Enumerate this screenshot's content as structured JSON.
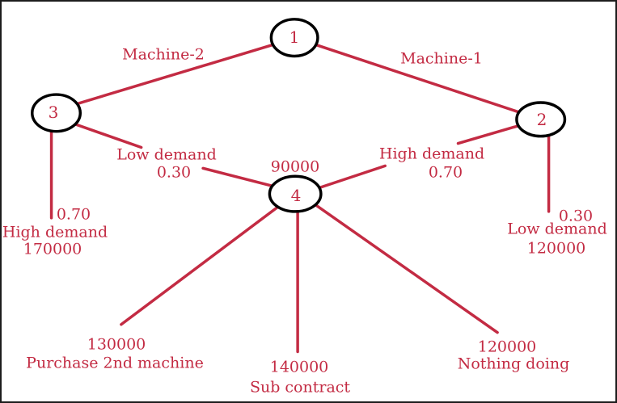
{
  "diagram": {
    "type": "decision-tree",
    "colors": {
      "line": "#C32B43",
      "text": "#C32B43",
      "node_border": "#000000",
      "background": "#FFFFFF"
    },
    "nodes": [
      {
        "label": "1"
      },
      {
        "label": "2"
      },
      {
        "label": "3"
      },
      {
        "label": "4"
      }
    ],
    "branches": {
      "machine2": "Machine-2",
      "machine1": "Machine-1",
      "low_demand": {
        "name": "Low demand",
        "probability": "0.30"
      },
      "high_demand": {
        "name": "High demand",
        "probability": "0.70"
      },
      "node4_value": "90000"
    },
    "leaves": {
      "left": {
        "probability": "0.70",
        "name": "High demand",
        "value": "170000"
      },
      "right": {
        "probability": "0.30",
        "name": "Low demand",
        "value": "120000"
      },
      "purchase": {
        "value": "130000",
        "name": "Purchase 2nd machine"
      },
      "subcontract": {
        "value": "140000",
        "name": "Sub contract"
      },
      "nothing": {
        "value": "120000",
        "name": "Nothing doing"
      }
    }
  }
}
